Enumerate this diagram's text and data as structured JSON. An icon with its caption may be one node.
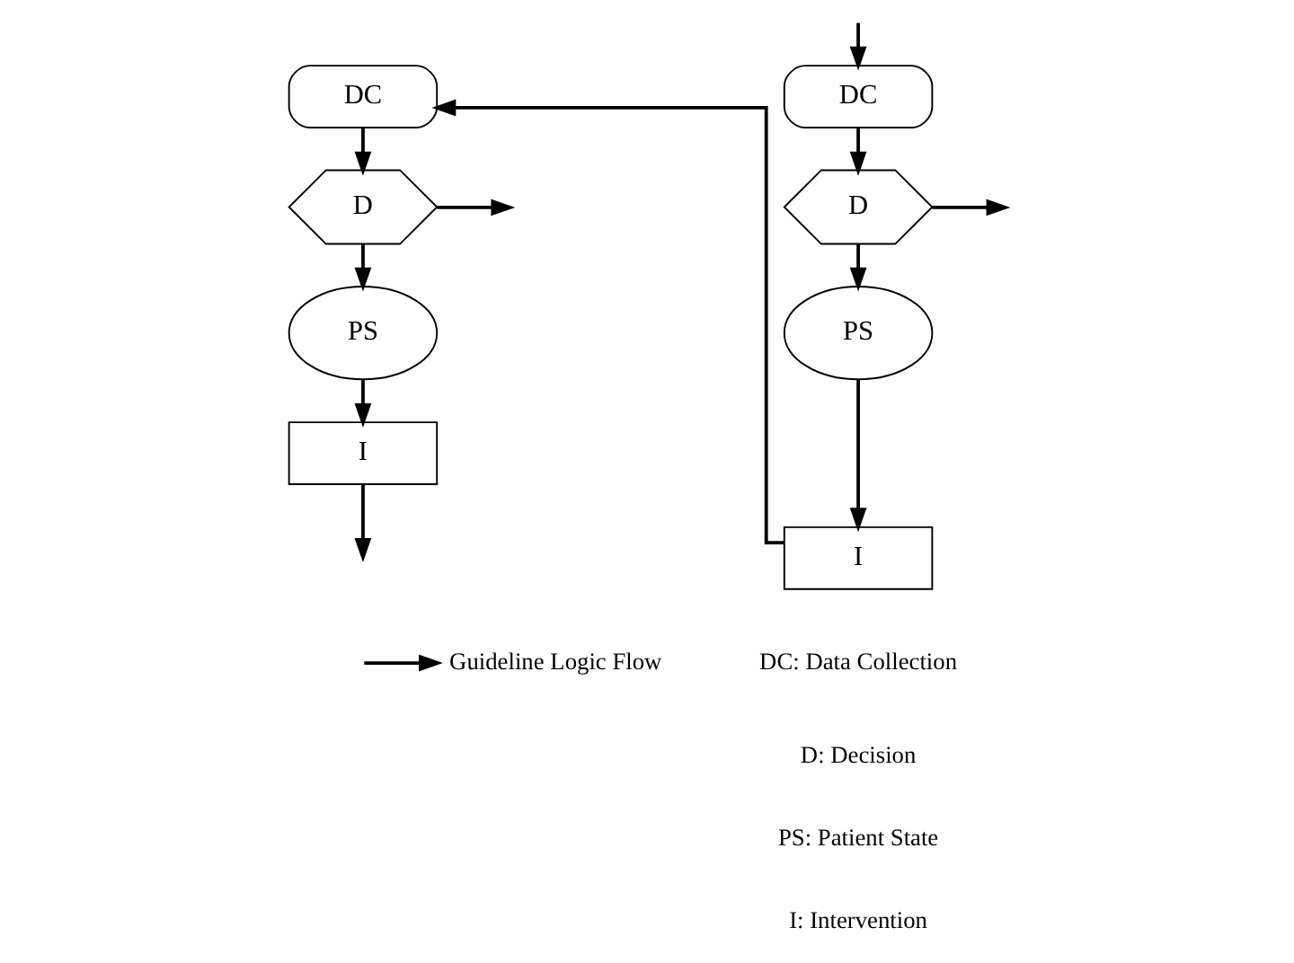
{
  "diagram": {
    "nodes": [
      {
        "text": [
          "DC"
        ]
      },
      {
        "text": [
          "D"
        ]
      },
      {
        "text": [
          "PS"
        ]
      },
      {
        "text": [
          "I"
        ]
      },
      {
        "text": [
          "DC"
        ]
      },
      {
        "text": [
          "D"
        ]
      },
      {
        "text": [
          "PS"
        ]
      },
      {
        "text": [
          "I"
        ]
      }
    ],
    "edges": [
      {
        "from": null,
        "to": 0,
        "arrow": "to"
      },
      {
        "from": 0,
        "to": 1,
        "arrow": "to"
      },
      {
        "from": 1,
        "to": null,
        "arrow": "to"
      },
      {
        "from": 1,
        "to": 2,
        "arrow": "to"
      },
      {
        "from": 2,
        "to": 3,
        "arrow": "to"
      },
      {
        "from": 3,
        "to": 4,
        "arrow": "to"
      },
      {
        "from": 4,
        "to": 5,
        "arrow": "to"
      },
      {
        "from": 5,
        "to": null,
        "arrow": "to"
      },
      {
        "from": 5,
        "to": 6,
        "arrow": "to"
      },
      {
        "from": 6,
        "to": 7,
        "arrow": "to"
      },
      {
        "from": 7,
        "to": null,
        "arrow": "to"
      }
    ],
    "labels": [
      "DC: Data Collection",
      "D: Decision",
      "PS: Patient State",
      "I: Intervention"
    ],
    "legend": [
      {
        "text": "Guideline Logic Flow"
      }
    ]
  }
}
